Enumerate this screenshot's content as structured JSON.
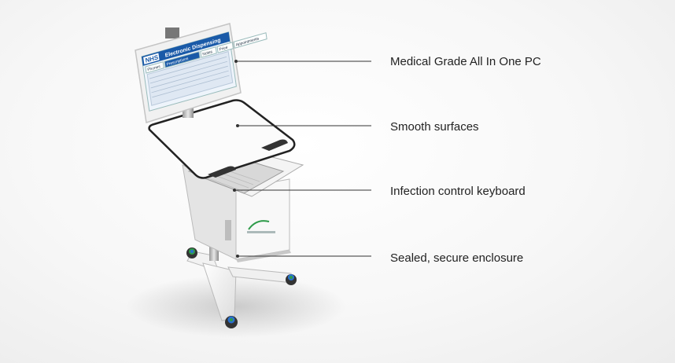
{
  "callouts": [
    {
      "label": "Medical Grade All In One PC"
    },
    {
      "label": "Smooth surfaces"
    },
    {
      "label": "Infection control keyboard"
    },
    {
      "label": "Sealed, secure enclosure"
    }
  ],
  "screen": {
    "logo": "NHS",
    "title": "Electronic Dispensing",
    "tabs": [
      "Phones",
      "Prescriptions",
      "Notes",
      "Price",
      "Appointments"
    ]
  },
  "colors": {
    "nhs_blue": "#1a5aa8",
    "accent_green": "#2e9b4a",
    "caster_blue": "#2a6fd0",
    "line": "#333333"
  }
}
